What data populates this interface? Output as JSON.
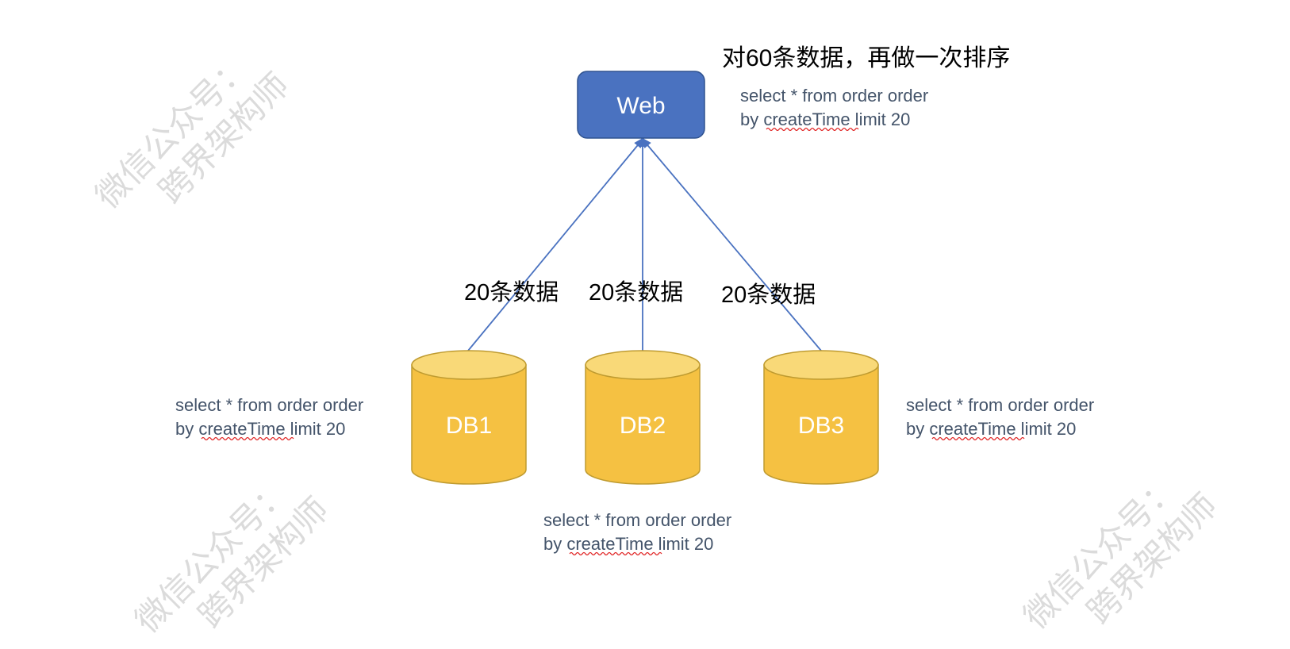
{
  "title": "对60条数据，再做一次排序",
  "web": {
    "label": "Web",
    "query": [
      "select * from order order",
      "by createTime limit 20"
    ]
  },
  "databases": [
    {
      "label": "DB1",
      "edge_label": "20条数据",
      "query": [
        "select * from order order",
        "by createTime limit 20"
      ]
    },
    {
      "label": "DB2",
      "edge_label": "20条数据",
      "query": [
        "select * from order order",
        "by createTime limit 20"
      ]
    },
    {
      "label": "DB3",
      "edge_label": "20条数据",
      "query": [
        "select * from order order",
        "by createTime limit 20"
      ]
    }
  ],
  "watermark": [
    "微信公众号：",
    "跨界架构师"
  ],
  "colors": {
    "web": "#4a72c0",
    "db_body": "#f5c142",
    "db_top": "#f9d978",
    "edge": "#4a72c0",
    "text_sql": "#44546a"
  }
}
